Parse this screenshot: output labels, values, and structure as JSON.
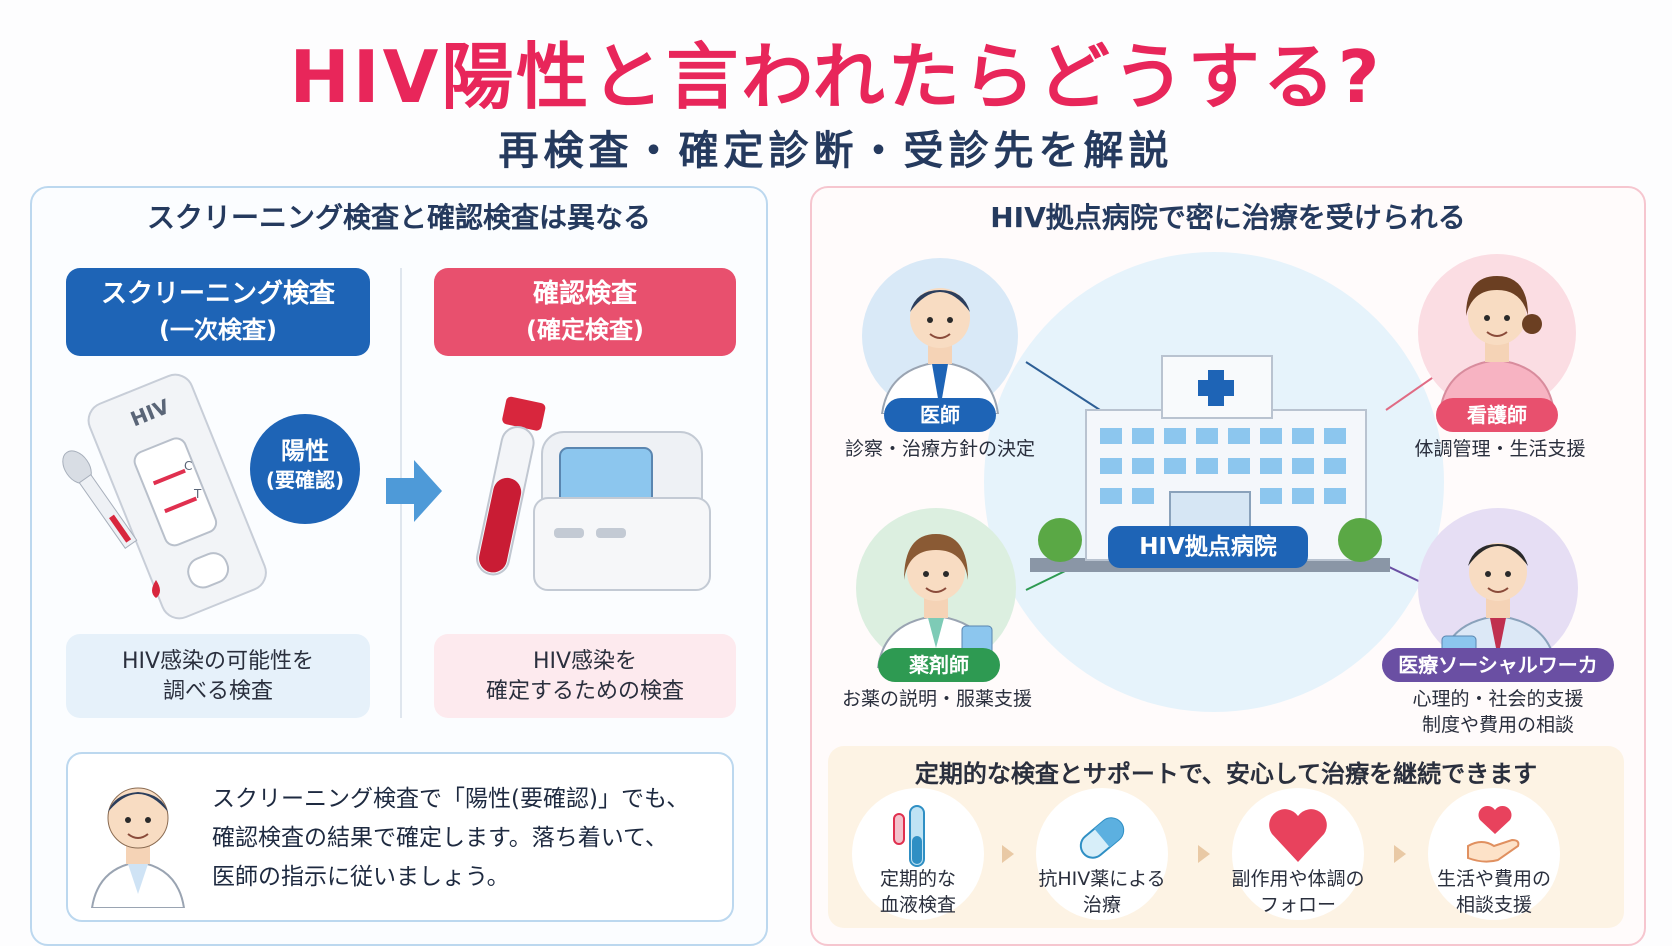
{
  "title": "HIV陽性と言われたらどうする?",
  "subtitle": "再検査・確定診断・受診先を解説",
  "left": {
    "heading": "スクリーニング検査と確認検査は異なる",
    "screening": {
      "label_line1": "スクリーニング検査",
      "label_line2": "(一次検査)",
      "desc_line1": "HIV感染の可能性を",
      "desc_line2": "調べる検査"
    },
    "confirm": {
      "label_line1": "確認検査",
      "label_line2": "(確定検査)",
      "desc_line1": "HIV感染を",
      "desc_line2": "確定するための検査"
    },
    "kit_label": "HIV",
    "kit_c": "C",
    "kit_t": "T",
    "badge_line1": "陽性",
    "badge_line2": "(要確認)",
    "note_line1": "スクリーニング検査で「陽性(要確認)」でも、",
    "note_line2": "確認検査の結果で確定します。落ち着いて、",
    "note_line3": "医師の指示に従いましょう。"
  },
  "right": {
    "heading": "HIV拠点病院で密に治療を受けられる",
    "hospital_label": "HIV拠点病院",
    "roles": [
      {
        "name": "医師",
        "desc_line1": "診察・治療方針の決定",
        "desc_line2": "",
        "color": "#1e64b6"
      },
      {
        "name": "看護師",
        "desc_line1": "体調管理・生活支援",
        "desc_line2": "",
        "color": "#e8506e"
      },
      {
        "name": "薬剤師",
        "desc_line1": "お薬の説明・服薬支援",
        "desc_line2": "",
        "color": "#2e9a52"
      },
      {
        "name": "医療ソーシャルワーカー",
        "desc_line1": "心理的・社会的支援",
        "desc_line2": "制度や費用の相談",
        "color": "#6a4fa3"
      }
    ],
    "bottom_heading": "定期的な検査とサポートで、安心して治療を継続できます",
    "steps": [
      {
        "line1": "定期的な",
        "line2": "血液検査"
      },
      {
        "line1": "抗HIV薬による",
        "line2": "治療"
      },
      {
        "line1": "副作用や体調の",
        "line2": "フォロー"
      },
      {
        "line1": "生活や費用の",
        "line2": "相談支援"
      }
    ]
  }
}
